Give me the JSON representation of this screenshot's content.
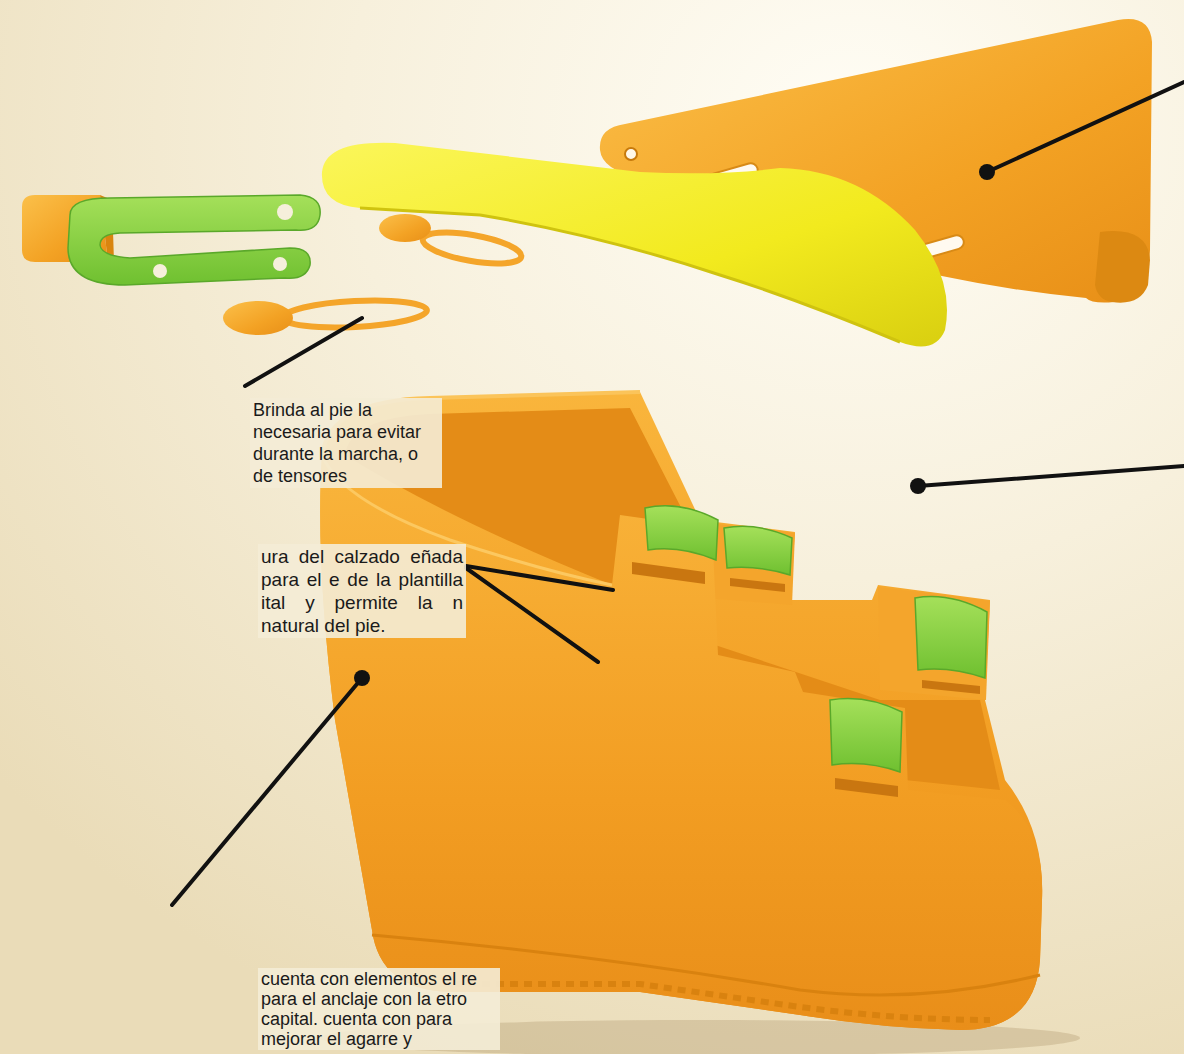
{
  "diagram": {
    "labels": [
      "Brinda al pie la necesaria para evitar durante la marcha, o de tensores",
      "ura del calzado eñada para el e de la plantilla ital y permite la n natural del pie.",
      "cuenta con elementos el re para el anclaje con la etro capital. cuenta con para mejorar el agarre y"
    ]
  }
}
